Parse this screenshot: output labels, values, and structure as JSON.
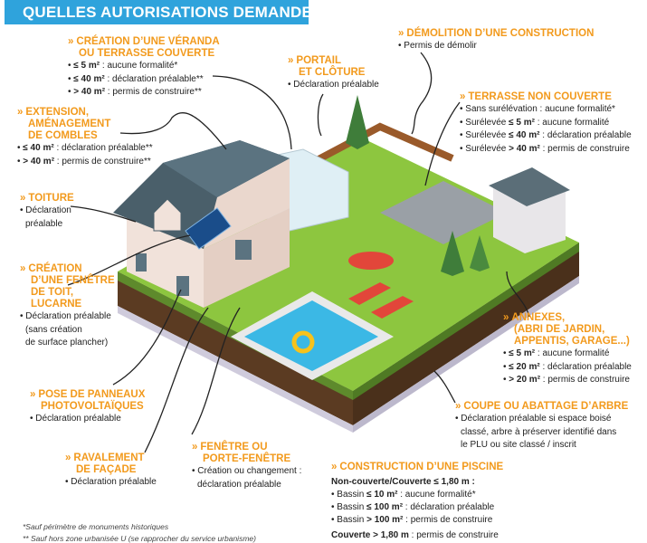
{
  "title": "QUELLES AUTORISATIONS DEMANDER?",
  "colors": {
    "title_bg": "#2fa3dc",
    "heading": "#f29a1d",
    "grass": "#8dc63f",
    "water": "#3bb8e5",
    "roof": "#4a5f6a"
  },
  "marker": "»",
  "veranda": {
    "h1": "CRÉATION D’UNE VÉRANDA",
    "h2": "OU TERRASSE COUVERTE",
    "items": [
      {
        "b": "≤ 5 m²",
        "t": " : aucune formalité*"
      },
      {
        "b": "≤ 40 m²",
        "t": " : déclaration préalable**"
      },
      {
        "b": "> 40 m²",
        "t": " : permis de construire**"
      }
    ]
  },
  "portail": {
    "h1": "PORTAIL",
    "h2": "ET CLÔTURE",
    "text": "Déclaration préalable"
  },
  "demolition": {
    "h1": "DÉMOLITION D’UNE CONSTRUCTION",
    "text": "Permis de démolir"
  },
  "extension": {
    "h1": "EXTENSION,",
    "h2": "AMÉNAGEMENT",
    "h3": "DE COMBLES",
    "items": [
      {
        "b": "≤ 40 m²",
        "t": " : déclaration préalable**"
      },
      {
        "b": "> 40 m²",
        "t": " : permis de construire**"
      }
    ]
  },
  "terrasse": {
    "h1": "TERRASSE NON COUVERTE",
    "items": [
      {
        "p": "Sans surélévation : aucune formalité*",
        "b": "",
        "t": ""
      },
      {
        "p": "Surélevée ",
        "b": "≤ 5 m²",
        "t": " : aucune formalité"
      },
      {
        "p": "Surélevée ",
        "b": "≤ 40 m²",
        "t": " : déclaration préalable"
      },
      {
        "p": "Surélevée ",
        "b": "> 40 m²",
        "t": " : permis de construire"
      }
    ]
  },
  "toiture": {
    "h1": "TOITURE",
    "l1": "Déclaration",
    "l2": "préalable"
  },
  "fenetre_toit": {
    "h1": "CRÉATION",
    "h2": "D’UNE FENÊTRE",
    "h3": "DE TOIT,",
    "h4": "LUCARNE",
    "l1": "Déclaration préalable",
    "l2": "(sans création",
    "l3": "de surface plancher)"
  },
  "annexes": {
    "h1": "ANNEXES,",
    "h2": "(ABRI DE JARDIN,",
    "h3": "APPENTIS, GARAGE...)",
    "items": [
      {
        "b": "≤ 5 m²",
        "t": " : aucune formalité"
      },
      {
        "b": "≤ 20 m²",
        "t": " : déclaration préalable"
      },
      {
        "b": "> 20 m²",
        "t": " : permis de construire"
      }
    ]
  },
  "panneaux": {
    "h1": "POSE DE PANNEAUX",
    "h2": "PHOTOVOLTAÏQUES",
    "text": "Déclaration préalable"
  },
  "arbre": {
    "h1": "COUPE OU ABATTAGE D’ARBRE",
    "l1": "Déclaration préalable si espace boisé",
    "l2": "classé, arbre à préserver identifié dans",
    "l3": "le PLU ou site classé / inscrit"
  },
  "ravalement": {
    "h1": "RAVALEMENT",
    "h2": "DE FAÇADE",
    "text": "Déclaration préalable"
  },
  "fenetre": {
    "h1": "FENÊTRE OU",
    "h2": "PORTE-FENÊTRE",
    "l1": "Création ou changement :",
    "l2": "déclaration préalable"
  },
  "piscine": {
    "h1": "CONSTRUCTION D’UNE PISCINE",
    "sub_b": "Non-couverte/Couverte ≤ 1,80 m :",
    "items": [
      {
        "p": "Bassin ",
        "b": "≤ 10 m²",
        "t": " : aucune formalité*"
      },
      {
        "p": "Bassin ",
        "b": "≤ 100 m²",
        "t": " : déclaration préalable"
      },
      {
        "p": "Bassin ",
        "b": "> 100 m²",
        "t": " : permis de construire"
      }
    ],
    "last_b": "Couverte > 1,80 m",
    "last_t": " : permis de construire"
  },
  "footnotes": [
    "*Sauf périmètre de monuments historiques",
    "** Sauf hors zone urbanisée U (se rapprocher du service urbanisme)"
  ]
}
